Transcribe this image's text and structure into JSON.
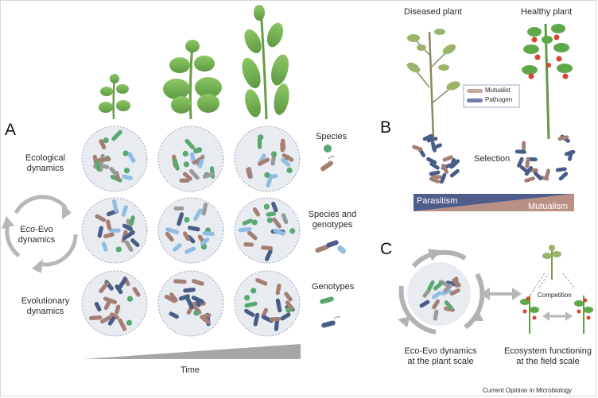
{
  "panel_a": {
    "label": "A",
    "row_labels": {
      "ecological": "Ecological\ndynamics",
      "eco_evo": "Eco-Evo\ndynamics",
      "evolutionary": "Evolutionary\ndynamics"
    },
    "legend": {
      "species": "Species",
      "species_genotypes": "Species and\ngenotypes",
      "genotypes": "Genotypes"
    },
    "time_label": "Time"
  },
  "panel_b": {
    "label": "B",
    "diseased_label": "Diseased plant",
    "healthy_label": "Healthy plant",
    "legend_mutualist": "Mutualist",
    "legend_pathogen": "Pathogen",
    "selection_label": "Selection",
    "parasitism_label": "Parasitism",
    "mutualism_label": "Mutualism",
    "colors": {
      "parasitism": "#4f5d8c",
      "mutualism": "#b99184"
    }
  },
  "panel_c": {
    "label": "C",
    "competition_label": "Competition",
    "plant_scale_label": "Eco-Evo dynamics\nat the plant scale",
    "field_scale_label": "Ecosystem functioning\nat the field scale"
  },
  "credit": "Current Opinion in Microbiology",
  "colors": {
    "brown": "#a57f76",
    "navy": "#485d87",
    "blue": "#8fbde3",
    "green": "#58a870",
    "grey": "#9a9a9a",
    "leaf": "#7cb95a"
  }
}
